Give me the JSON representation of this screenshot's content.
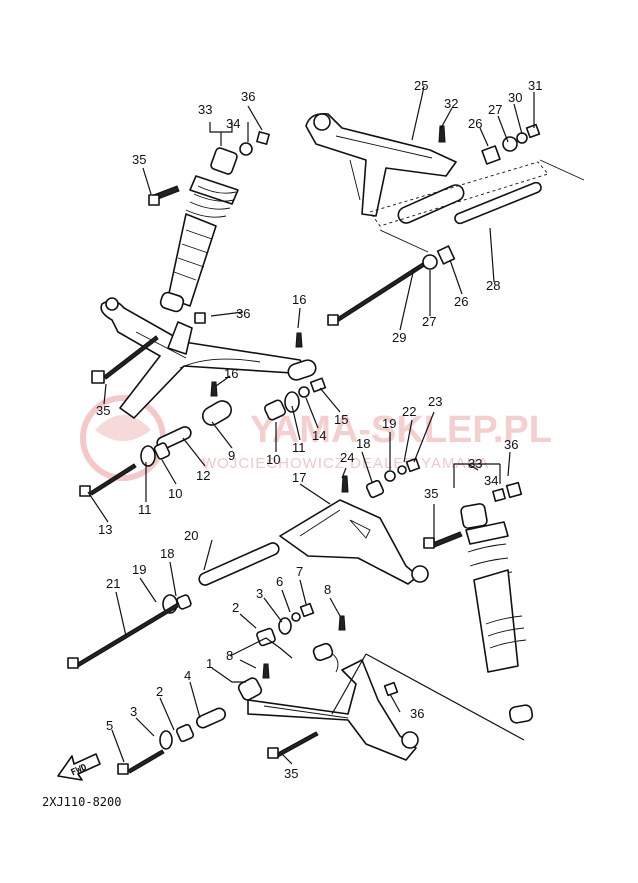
{
  "diagram": {
    "code": "2XJ110-8200",
    "fwd_label": "FWD",
    "watermark": {
      "title": "YAMA-SKLEP.PL",
      "subtitle": "WOJCIECHOWICZ DEALER YAMAHA"
    },
    "callouts": {
      "c1": "1",
      "c2a": "2",
      "c2b": "2",
      "c3a": "3",
      "c3b": "3",
      "c4": "4",
      "c5": "5",
      "c6": "6",
      "c7": "7",
      "c8a": "8",
      "c8b": "8",
      "c9": "9",
      "c10a": "10",
      "c10b": "10",
      "c11a": "11",
      "c11b": "11",
      "c12": "12",
      "c13": "13",
      "c14": "14",
      "c15": "15",
      "c16a": "16",
      "c16b": "16",
      "c17": "17",
      "c18a": "18",
      "c18b": "18",
      "c19a": "19",
      "c19b": "19",
      "c20": "20",
      "c21": "21",
      "c22": "22",
      "c23": "23",
      "c24": "24",
      "c25": "25",
      "c26a": "26",
      "c26b": "26",
      "c27a": "27",
      "c27b": "27",
      "c28": "28",
      "c29": "29",
      "c30": "30",
      "c31": "31",
      "c32": "32",
      "c33a": "33",
      "c33b": "33",
      "c34a": "34",
      "c34b": "34",
      "c35a": "35",
      "c35b": "35",
      "c35c": "35",
      "c35d": "35",
      "c36a": "36",
      "c36b": "36",
      "c36c": "36",
      "c36d": "36"
    }
  }
}
